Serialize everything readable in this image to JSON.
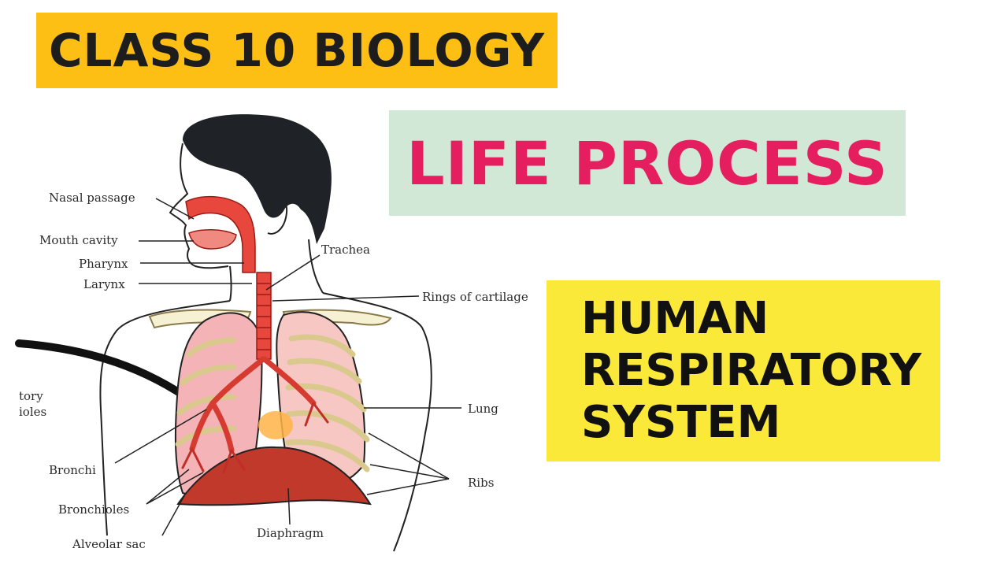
{
  "banners": {
    "class_title": "CLASS 10 BIOLOGY",
    "chapter_title": "LIFE PROCESS",
    "topic_lines": [
      "HUMAN",
      "RESPIRATORY",
      "SYSTEM"
    ]
  },
  "diagram": {
    "labels": {
      "nasal_passage": "Nasal passage",
      "mouth_cavity": "Mouth cavity",
      "pharynx": "Pharynx",
      "larynx": "Larynx",
      "trachea": "Trachea",
      "rings_of_cartilage": "Rings of cartilage",
      "lung": "Lung",
      "ribs": "Ribs",
      "diaphragm": "Diaphragm",
      "bronchi": "Bronchi",
      "bronchioles": "Bronchioles",
      "alveolar_sac": "Alveolar sac",
      "cut_label_top": "tory",
      "cut_label_bottom": "ioles"
    }
  },
  "colors": {
    "class_banner_bg": "#fdbf14",
    "class_banner_text": "#1d1d1d",
    "chapter_banner_bg": "#d2e8d6",
    "chapter_banner_text": "#e51e5f",
    "topic_box_bg": "#fbe93a",
    "topic_box_text": "#111111",
    "hair": "#1f2226",
    "airway": "#e8473d",
    "lung_pink": "#f4b3b6",
    "diaphragm": "#c0392b"
  }
}
